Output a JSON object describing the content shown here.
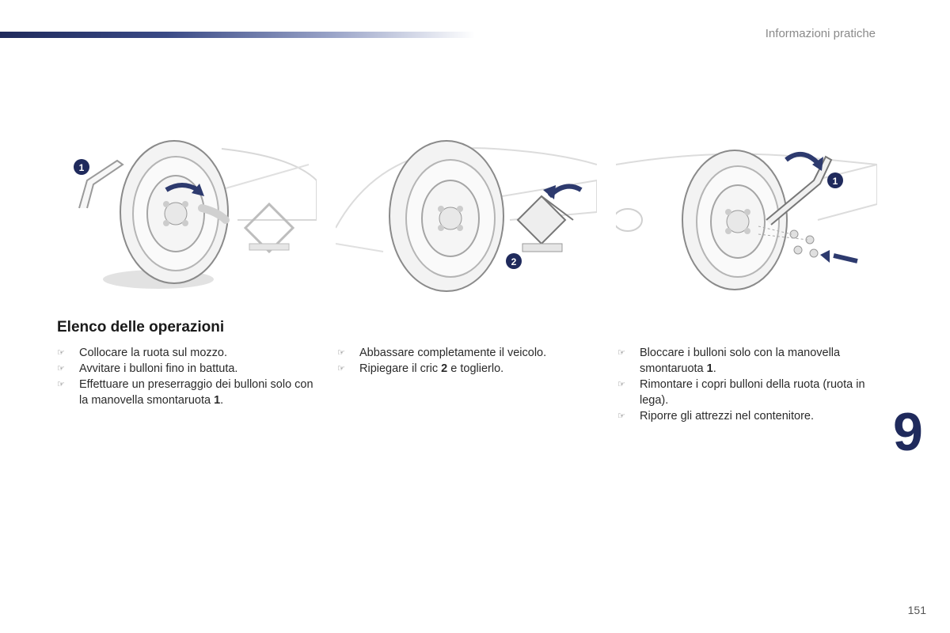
{
  "header": {
    "section_title": "Informazioni pratiche"
  },
  "illustrations": [
    {
      "callout": "1"
    },
    {
      "callout": "2"
    },
    {
      "callout": "1"
    }
  ],
  "heading": "Elenco delle operazioni",
  "bullet_glyph": "☞",
  "columns": [
    {
      "steps": [
        {
          "text": "Collocare la ruota sul mozzo.",
          "bold": "",
          "after": ""
        },
        {
          "text": "Avvitare i bulloni fino in battuta.",
          "bold": "",
          "after": ""
        },
        {
          "text": "Effettuare un preserraggio dei bulloni solo con la manovella smontaruota ",
          "bold": "1",
          "after": "."
        }
      ]
    },
    {
      "steps": [
        {
          "text": "Abbassare completamente il veicolo.",
          "bold": "",
          "after": ""
        },
        {
          "text": "Ripiegare il cric ",
          "bold": "2",
          "after": " e toglierlo."
        }
      ]
    },
    {
      "steps": [
        {
          "text": "Bloccare i bulloni solo con la manovella smontaruota ",
          "bold": "1",
          "after": "."
        },
        {
          "text": "Rimontare i copri bulloni della ruota (ruota in lega).",
          "bold": "",
          "after": ""
        },
        {
          "text": "Riporre gli attrezzi nel contenitore.",
          "bold": "",
          "after": ""
        }
      ]
    }
  ],
  "chapter_number": "9",
  "page_number": "151",
  "colors": {
    "accent": "#1f2a5c",
    "arrow": "#2d3a6e"
  }
}
